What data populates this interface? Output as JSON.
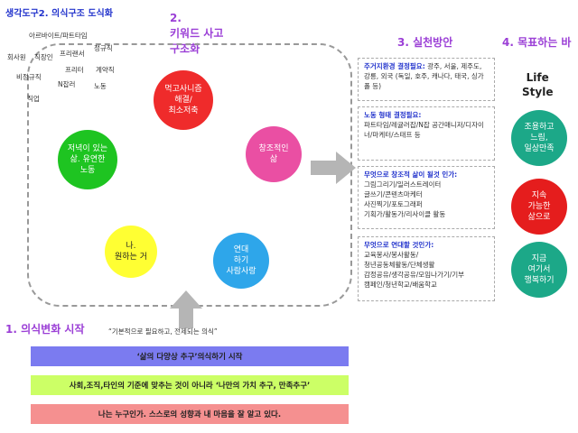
{
  "title": "생각도구2. 의식구조 도식화",
  "section2": {
    "num": "2.",
    "line1": "키워드 사고",
    "line2": "구조화"
  },
  "section3": {
    "label": "3. 실천방안"
  },
  "section4": {
    "label": "4. 목표하는 바"
  },
  "section1": {
    "label": "1. 의식변화 시작"
  },
  "keywords": {
    "arbeit": "아르바이트/파트타임",
    "jeonggyu": "정규직",
    "hoesawon": "회사원",
    "jikjangin": "직장인",
    "freelancer": "프리랜서",
    "bijeonggyu": "비정규직",
    "freeter": "프리터",
    "gyeyakjik": "계약직",
    "njob": "N잡러",
    "nodong": "노동",
    "jigeop": "직업"
  },
  "circles": {
    "red": "먹고사니즘\n해결/\n최소저축",
    "green": "저녁이 있는\n삶. 유연한\n노동",
    "pink": "창조적인\n삶",
    "yellow": "나.\n원하는 거",
    "blue": "연대\n하기\n사람사랑"
  },
  "panels": [
    {
      "head": "주거지환경 결정필요:",
      "body": "광주, 서울, 제주도, 강릉, 외국 (독일, 호주, 캐나다, 태국, 싱가폴 등)"
    },
    {
      "head": "노동 형태 결정필요:",
      "body": "파트타임/레귤러잡/N잡 공간매니저/디자이너/마케터/스태프 등"
    },
    {
      "head": "무엇으로 창조적 삶이 될것 인가:",
      "body": "그림그리기/일러스트레이터\n글쓰기/콘텐츠마케터\n사진찍기/포토그래퍼\n기획가/활동가/리사이클 활동"
    },
    {
      "head": "무엇으로 연대할 것인가:",
      "body": "교육봉사/봉사활동/\n청년공동체활동/단체생활\n감정공유/생각공유/모임나가기/기부\n캠페인/청년학교/배움학교"
    }
  ],
  "goal": {
    "life_line1": "Life",
    "life_line2": "Style",
    "g1": "조용하고\n느림,\n일상만족",
    "g2": "지속\n가능한\n삶으로",
    "g3": "지금\n여기서\n행복하기"
  },
  "quote": "“기본적으로 필요하고, 전제되는 의식”",
  "bars": [
    {
      "text": "‘삶의 다양상 추구’의식하기 시작",
      "color": "#7b7bf0"
    },
    {
      "text": "사회,조직,타인의 기준에 맞추는 것이 아니라 ‘나만의 가치 추구, 만족추구’",
      "color": "#ccff66"
    },
    {
      "text": "나는 누구인가. 스스로의 성향과 내 마음을 잘 알고 있다.",
      "color": "#f59090"
    }
  ],
  "colors": {
    "accent_blue": "#2233cc",
    "accent_purple": "#9b3fd6"
  }
}
